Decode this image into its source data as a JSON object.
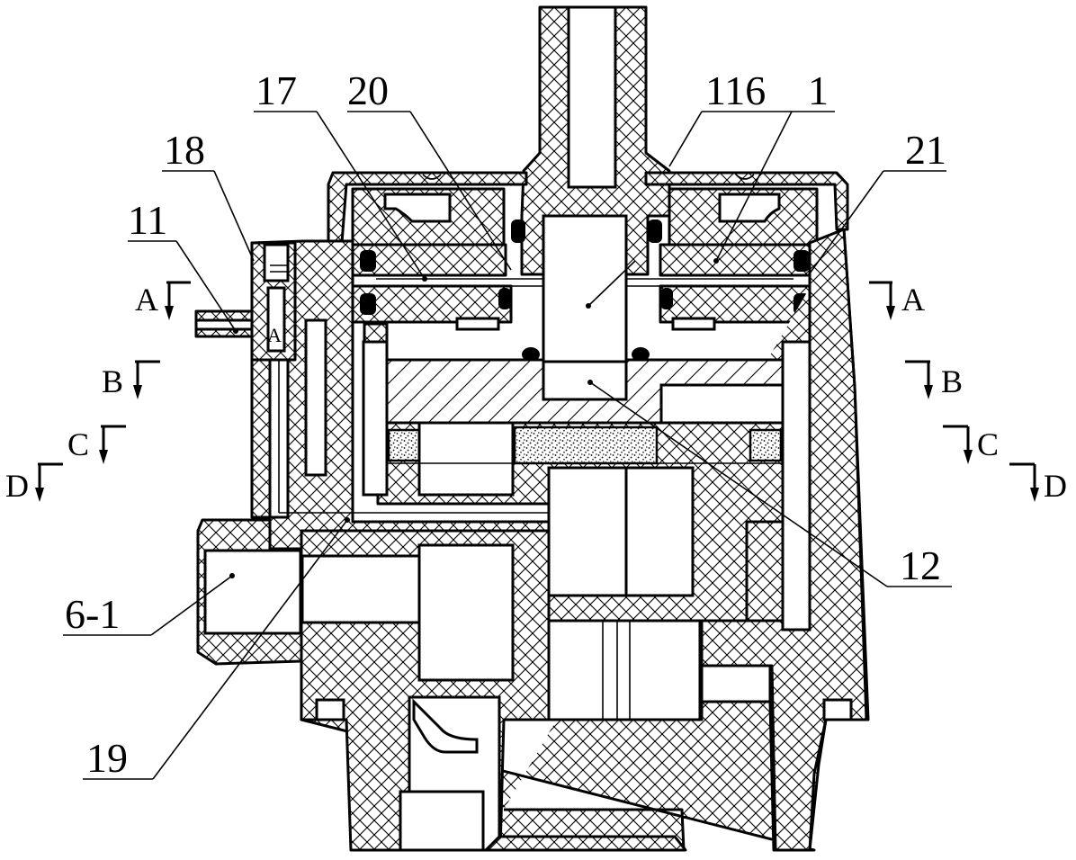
{
  "labels": {
    "p17": "17",
    "p20": "20",
    "p116": "116",
    "p1": "1",
    "p21": "21",
    "p18": "18",
    "p11": "11",
    "p12": "12",
    "p6_1": "6-1",
    "p19": "19"
  },
  "sections": {
    "a_left": "A",
    "a_right": "A",
    "b_left": "B",
    "b_right": "B",
    "c_left": "C",
    "c_right": "C",
    "d_left": "D",
    "d_right": "D",
    "valve_letter": "A"
  }
}
